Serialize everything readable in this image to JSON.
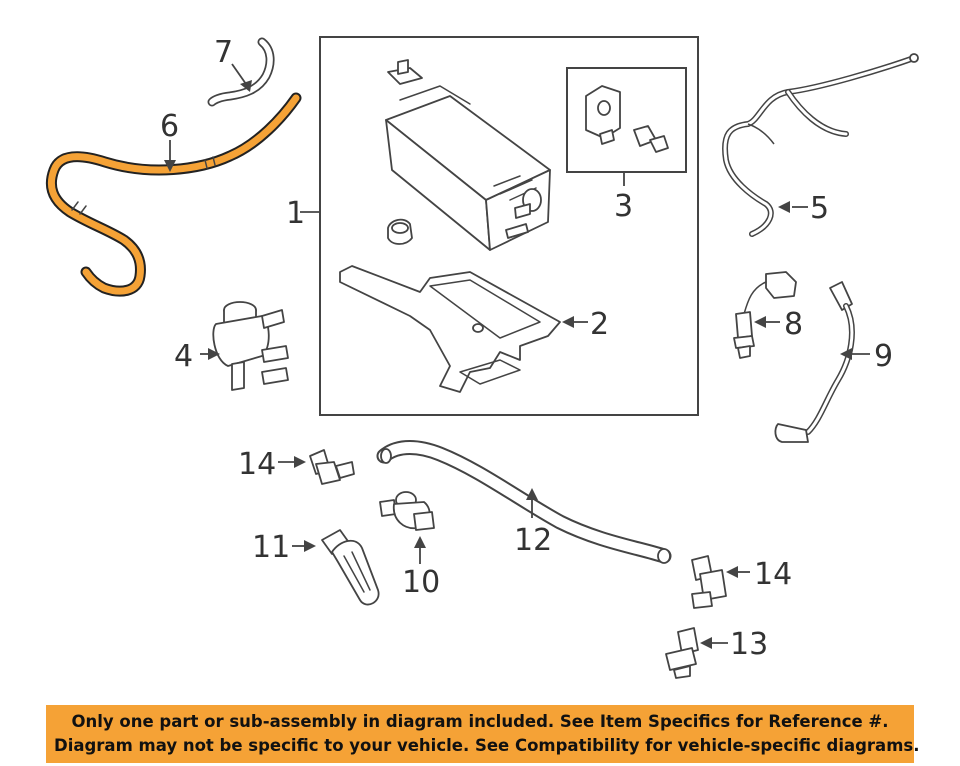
{
  "diagram": {
    "callouts": [
      "1",
      "2",
      "3",
      "4",
      "5",
      "6",
      "7",
      "8",
      "9",
      "10",
      "11",
      "12",
      "13",
      "14",
      "14"
    ],
    "highlight_color": "#f5a236",
    "outline_color": "#444444"
  },
  "disclaimer": {
    "line1": "Only one part or sub-assembly in diagram included. See Item Specifics for Reference #.",
    "line2": "Diagram may not be specific to your vehicle. See Compatibility for vehicle-specific diagrams.",
    "background": "#f5a236"
  }
}
